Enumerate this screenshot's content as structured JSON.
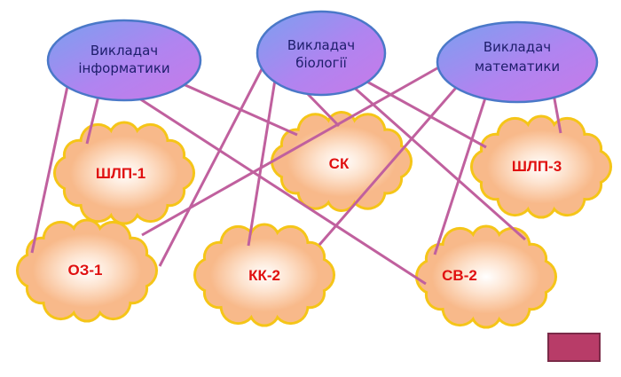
{
  "teachers": [
    {
      "line1": "Викладач",
      "line2": "інформатики"
    },
    {
      "line1": "Викладач",
      "line2": "біології"
    },
    {
      "line1": "Викладач",
      "line2": "математики"
    }
  ],
  "groups": [
    "ШЛП-1",
    "СК",
    "ШЛП-3",
    "ОЗ-1",
    "КК-2",
    "СВ-2"
  ],
  "colors": {
    "link": "#c0609e",
    "cloud_border": "#f5c518",
    "group_text": "#e01010",
    "button": "#b83c68"
  }
}
